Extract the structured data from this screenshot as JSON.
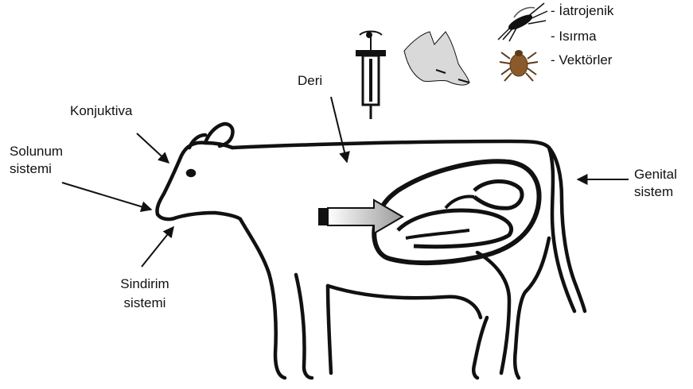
{
  "labels": {
    "konjuktiva": "Konjuktiva",
    "solunum_line1": "Solunum",
    "solunum_line2": "sistemi",
    "sindirim_line1": "Sindirim",
    "sindirim_line2": "sistemi",
    "deri": "Deri",
    "genital_line1": "Genital",
    "genital_line2": "sistem"
  },
  "legend": {
    "items": [
      {
        "text": "- İatrojenik",
        "icon": "mosquito-icon"
      },
      {
        "text": "- Isırma",
        "icon": "dog-head-icon"
      },
      {
        "text": "- Vektörler",
        "icon": "tick-icon"
      }
    ]
  },
  "icons": [
    "syringe-icon",
    "dog-head-icon",
    "mosquito-icon",
    "tick-icon",
    "udder-entry-arrow-icon"
  ],
  "colors": {
    "outline": "#111111",
    "tick_fill": "#8a5a2b",
    "dog_fill": "#d9d9d9",
    "arrow_gradient_start": "#ffffff",
    "arrow_gradient_end": "#9a9a9a"
  }
}
